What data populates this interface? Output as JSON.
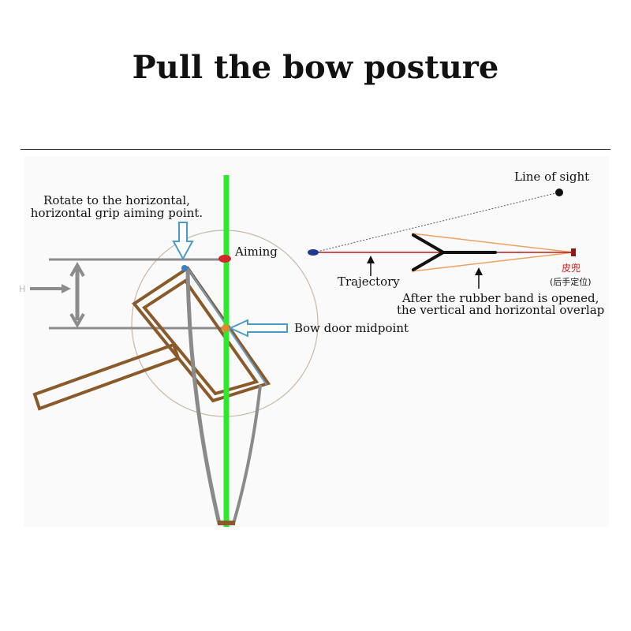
{
  "title": "Pull the bow posture",
  "left_diagram": {
    "rotate_label_line1": "Rotate to the horizontal,",
    "rotate_label_line2": "horizontal grip aiming point.",
    "aiming_label": "Aiming",
    "bow_door_label": "Bow door midpoint",
    "side_mark": "H"
  },
  "right_diagram": {
    "line_of_sight_label": "Line of sight",
    "trajectory_label": "Trajectory",
    "pouch_label": "皮兜",
    "pouch_sub_label": "(后手定位)",
    "rubber_band_label_line1": "After the rubber band is opened,",
    "rubber_band_label_line2": "the vertical and horizontal overlap"
  },
  "colors": {
    "green_axis": "#2ee82e",
    "frame_brown": "#8a5a2b",
    "string_gray": "#888888",
    "guide_gray": "#8c8c8c",
    "blue_arrow": "#4a9cc8",
    "trajectory_red": "#b31f1f",
    "band_orange": "#f0a060"
  }
}
